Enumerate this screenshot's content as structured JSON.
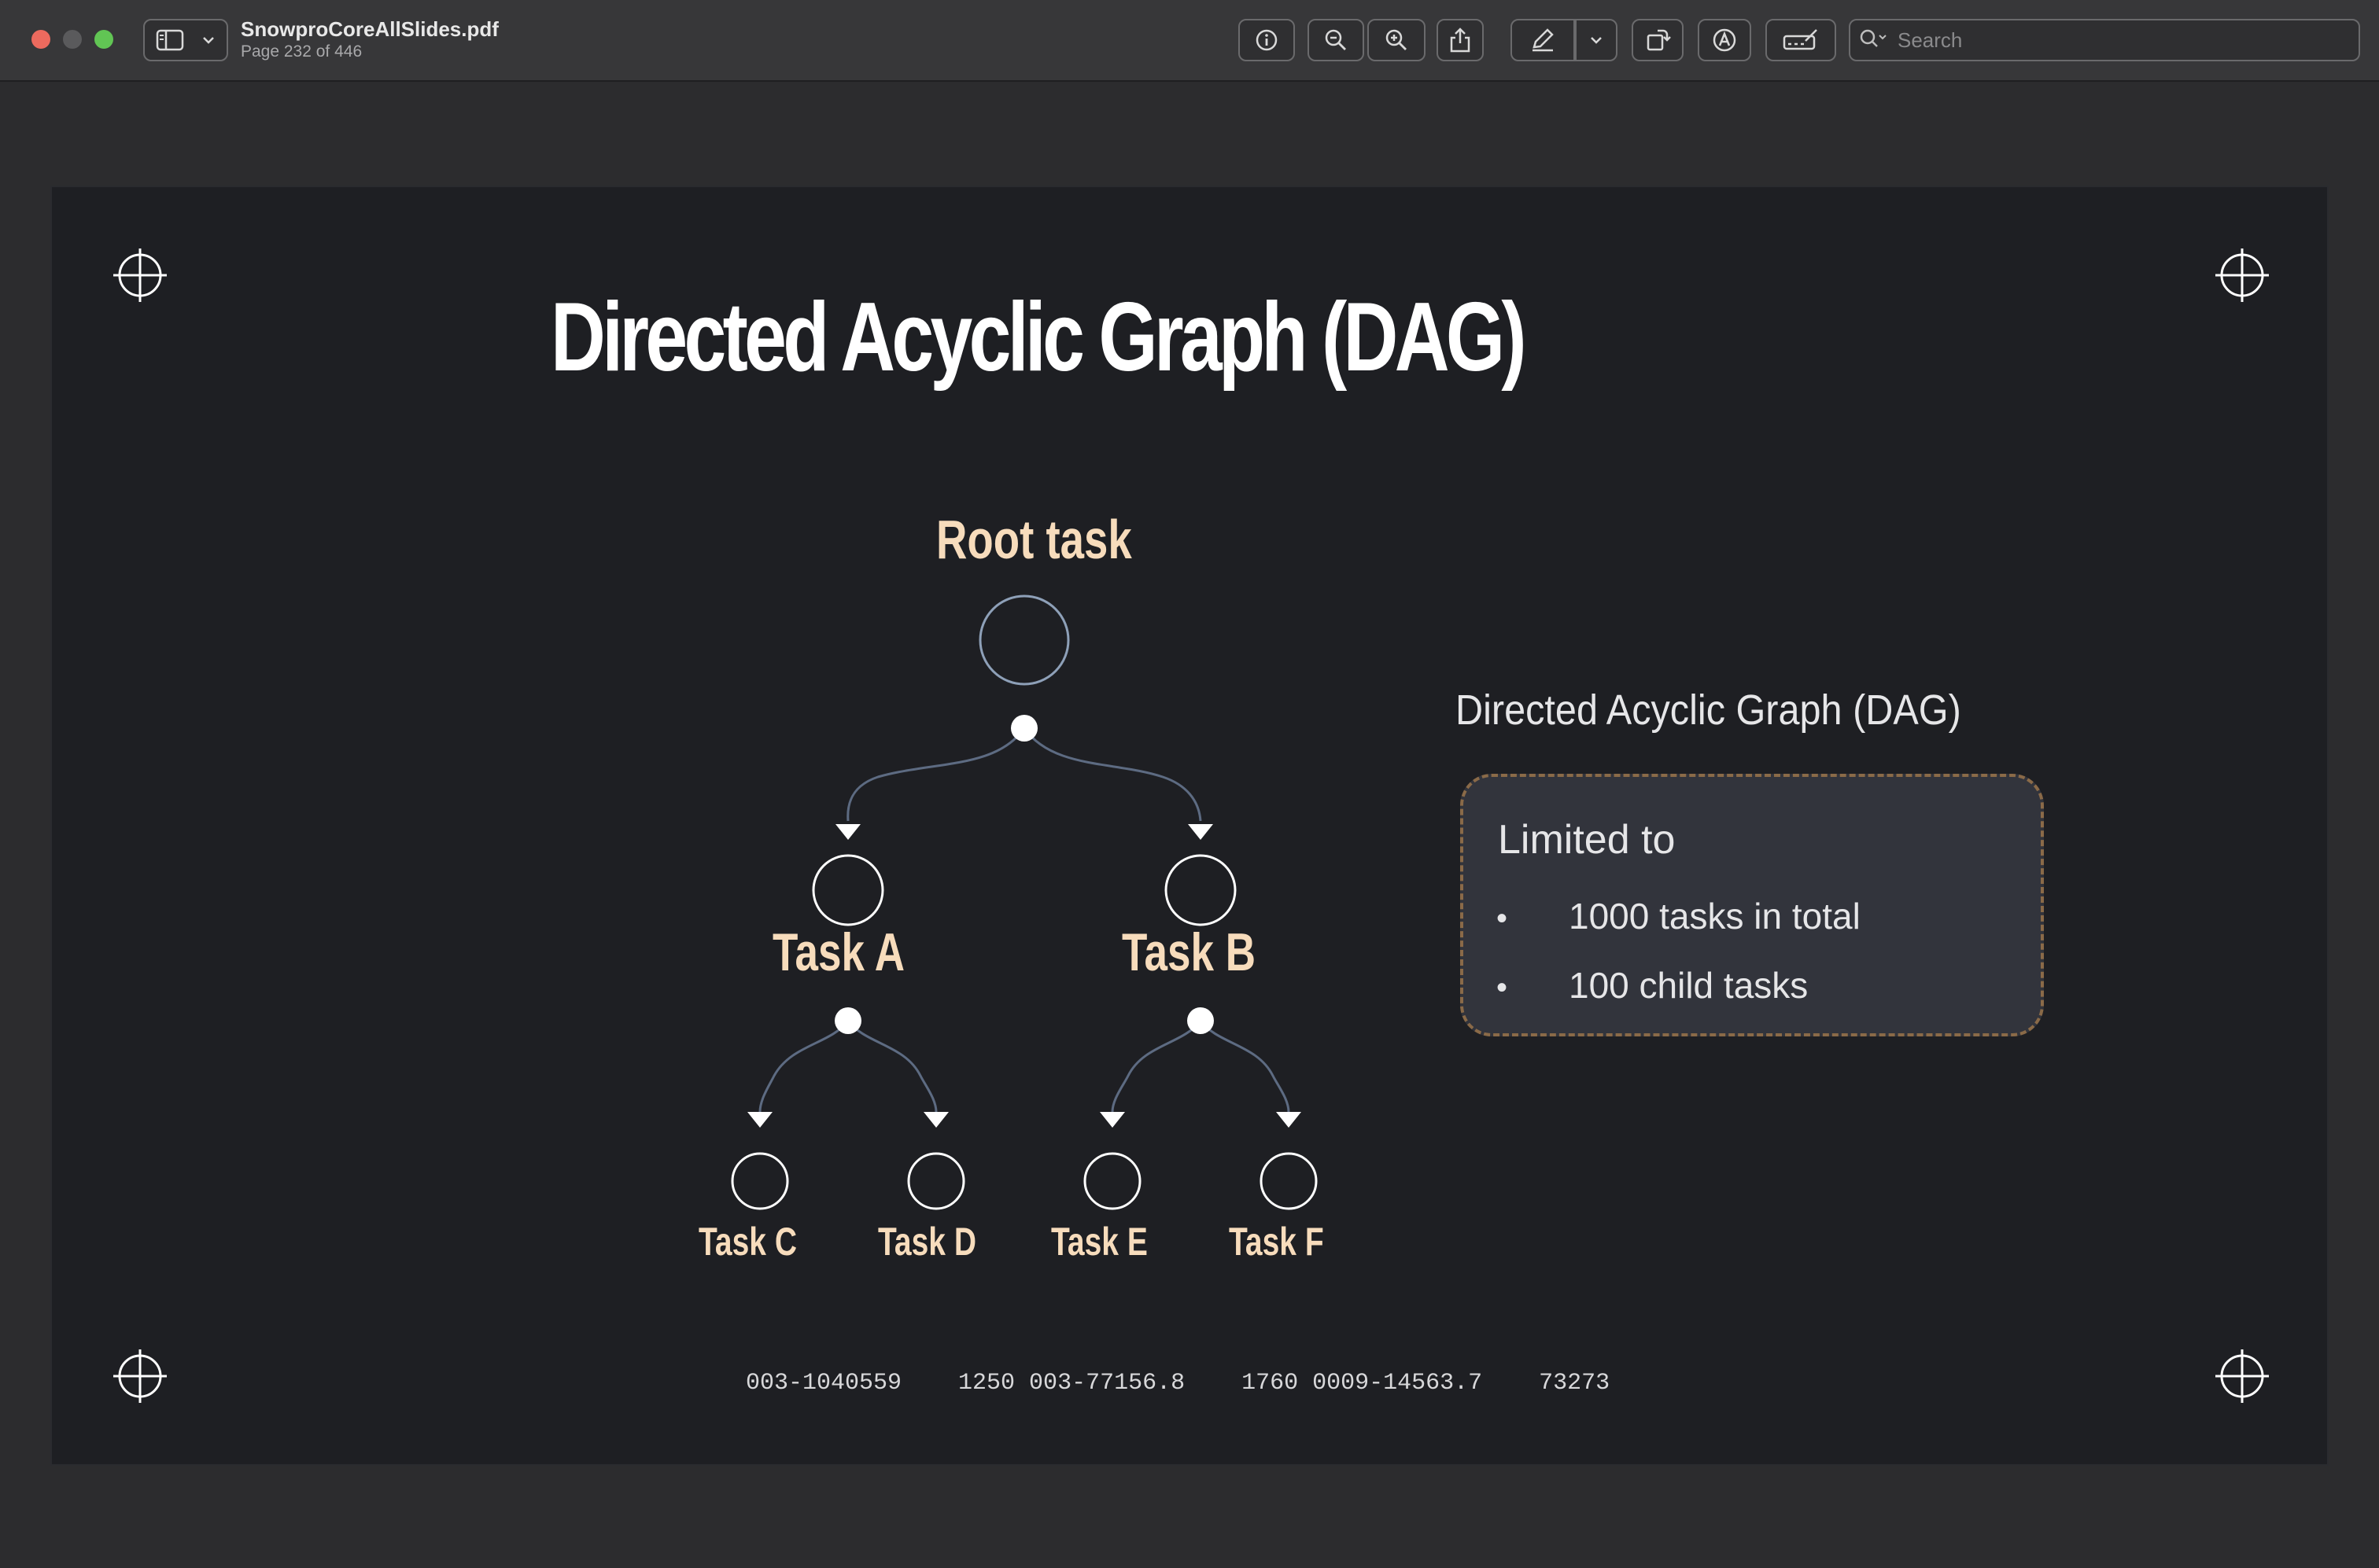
{
  "window": {
    "filename": "SnowproCoreAllSlides.pdf",
    "page_info": "Page 232 of 446",
    "search_placeholder": "Search"
  },
  "toolbar": {
    "buttons": [
      "info-icon",
      "zoom-out-icon",
      "zoom-in-icon",
      "share-icon",
      "markup-pen-icon",
      "chevron-down-icon",
      "rotate-icon",
      "annotate-icon",
      "signature-icon"
    ]
  },
  "slide": {
    "title": "Directed Acyclic Graph (DAG)",
    "diagram": {
      "root_label": "Root task",
      "task_a": "Task A",
      "task_b": "Task B",
      "task_c": "Task C",
      "task_d": "Task D",
      "task_e": "Task E",
      "task_f": "Task F"
    },
    "side_heading": "Directed Acyclic Graph (DAG)",
    "limits": {
      "title": "Limited to",
      "bullet": "•",
      "items": [
        "1000 tasks in total",
        "100 child tasks"
      ]
    },
    "footer_codes": "003-1040559    1250 003-77156.8    1760 0009-14563.7    73273"
  },
  "colors": {
    "background": "#2c2c2e",
    "slide_bg": "#1e1f23",
    "label_accent": "#f7dcbc",
    "box_border": "#8a6a48",
    "edge": "#5d6b82"
  }
}
